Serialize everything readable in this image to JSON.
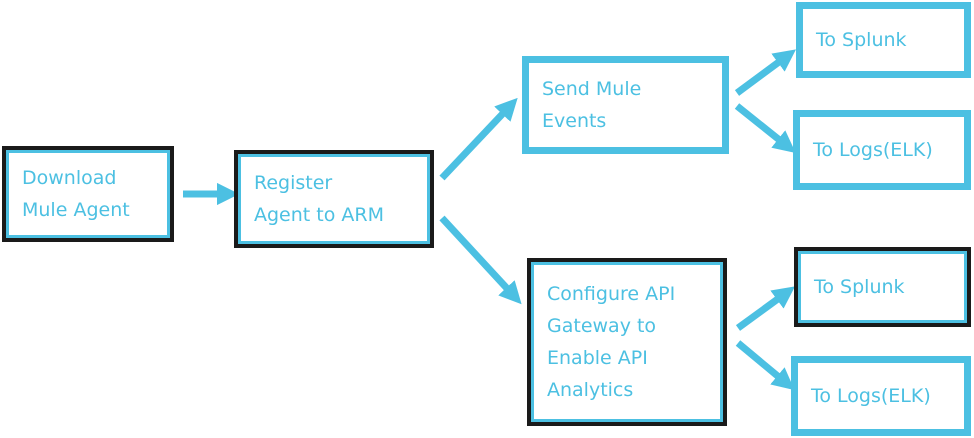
{
  "colors": {
    "accent": "#4cc0e2",
    "border_dark": "#1a1a1a"
  },
  "nodes": {
    "download": {
      "label": "Download\nMule Agent"
    },
    "register": {
      "label": "Register\nAgent to ARM"
    },
    "send_events": {
      "label": "Send Mule\nEvents"
    },
    "configure_gateway": {
      "label": "Configure API\nGateway to\nEnable API\nAnalytics"
    },
    "splunk_top": {
      "label": "To Splunk"
    },
    "logs_top": {
      "label": "To Logs(ELK)"
    },
    "splunk_bottom": {
      "label": "To Splunk"
    },
    "logs_bottom": {
      "label": "To Logs(ELK)"
    }
  },
  "edges": [
    {
      "from": "download",
      "to": "register"
    },
    {
      "from": "register",
      "to": "send_events"
    },
    {
      "from": "register",
      "to": "configure_gateway"
    },
    {
      "from": "send_events",
      "to": "splunk_top"
    },
    {
      "from": "send_events",
      "to": "logs_top"
    },
    {
      "from": "configure_gateway",
      "to": "splunk_bottom"
    },
    {
      "from": "configure_gateway",
      "to": "logs_bottom"
    }
  ]
}
